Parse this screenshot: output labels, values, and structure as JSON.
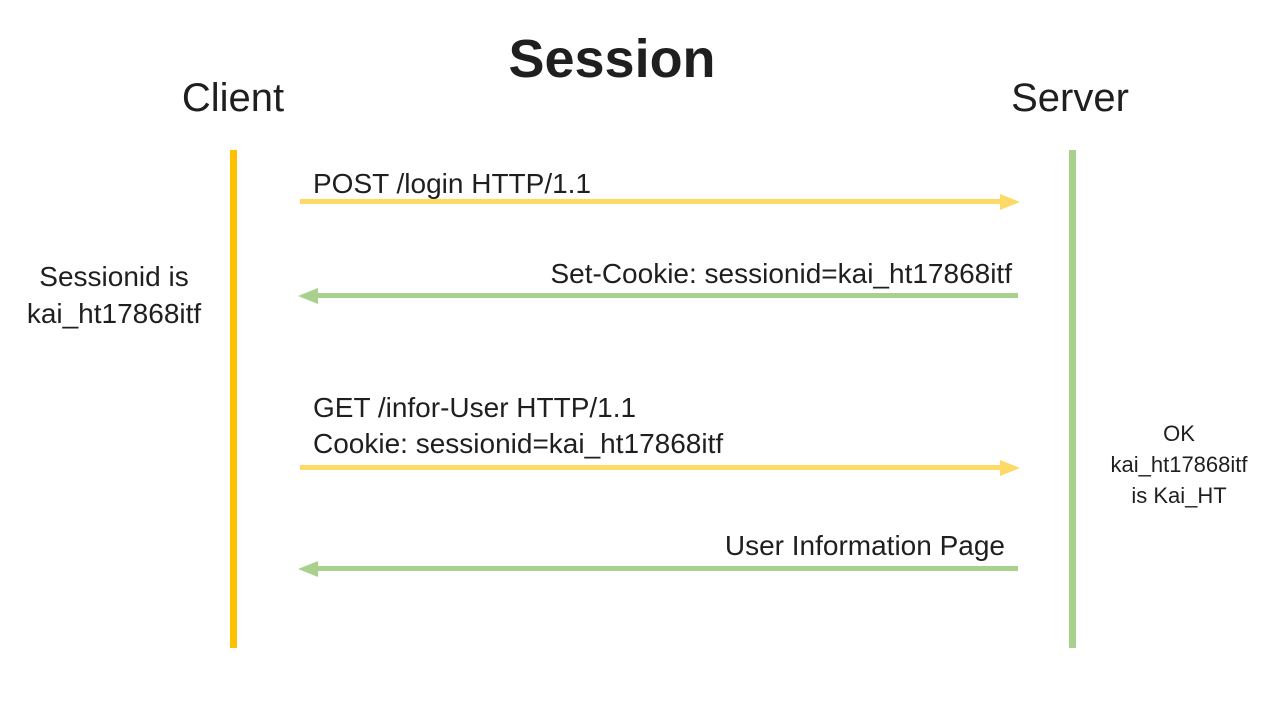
{
  "title": "Session",
  "actors": {
    "client": "Client",
    "server": "Server"
  },
  "messages": [
    {
      "lines": [
        "POST /login HTTP/1.1"
      ],
      "direction": "right",
      "from": "client",
      "to": "server",
      "color": "#FFD966"
    },
    {
      "lines": [
        "Set-Cookie: sessionid=kai_ht17868itf"
      ],
      "direction": "left",
      "from": "server",
      "to": "client",
      "color": "#A9D18E"
    },
    {
      "lines": [
        "GET /infor-User HTTP/1.1",
        "Cookie: sessionid=kai_ht17868itf"
      ],
      "direction": "right",
      "from": "client",
      "to": "server",
      "color": "#FFD966"
    },
    {
      "lines": [
        "User Information Page"
      ],
      "direction": "left",
      "from": "server",
      "to": "client",
      "color": "#A9D18E"
    }
  ],
  "notes": {
    "client": [
      "Sessionid is",
      "kai_ht17868itf"
    ],
    "server": [
      "OK",
      "kai_ht17868itf",
      "is Kai_HT"
    ]
  },
  "colors": {
    "client_lifeline": "#FFC000",
    "server_lifeline": "#A9D18E",
    "request_arrow": "#FFD966",
    "response_arrow": "#A9D18E",
    "text": "#1F1F1F",
    "background": "#FFFFFF"
  }
}
